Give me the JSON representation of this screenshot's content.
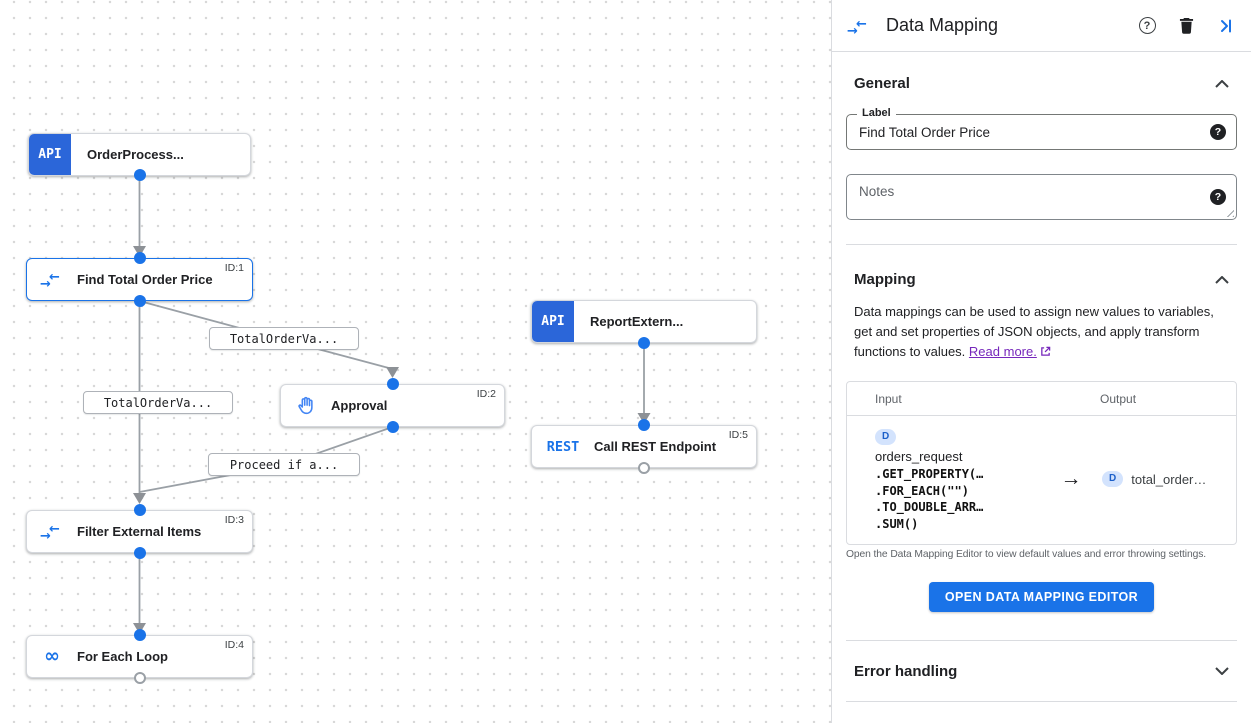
{
  "colors": {
    "accent": "#1a73e8",
    "node_badge_blue": "#2b66d9",
    "edge_gray": "#9aa0a6",
    "link_purple": "#7627bb",
    "badge_bg": "#d3e3fd"
  },
  "canvas": {
    "nodes": [
      {
        "label": "OrderProcess...",
        "badge": "API"
      },
      {
        "label": "Find Total Order Price",
        "id_tag": "ID:1"
      },
      {
        "label": "ReportExtern...",
        "badge": "API"
      },
      {
        "label": "Approval",
        "id_tag": "ID:2"
      },
      {
        "label": "Call REST Endpoint",
        "badge": "REST",
        "id_tag": "ID:5"
      },
      {
        "label": "Filter External Items",
        "id_tag": "ID:3"
      },
      {
        "label": "For Each Loop",
        "id_tag": "ID:4"
      }
    ],
    "edge_labels": [
      {
        "text": "TotalOrderVa..."
      },
      {
        "text": "TotalOrderVa..."
      },
      {
        "text": "Proceed if a..."
      }
    ]
  },
  "panel": {
    "title": "Data Mapping",
    "help_glyph": "?",
    "general": {
      "heading": "General",
      "label_field_label": "Label",
      "label_field_value": "Find Total Order Price",
      "notes_placeholder": "Notes"
    },
    "mapping": {
      "heading": "Mapping",
      "description": "Data mappings can be used to assign new values to variables, get and set properties of JSON objects, and apply transform functions to values.",
      "read_more_label": "Read more.",
      "table": {
        "input_header": "Input",
        "output_header": "Output",
        "input_badge": "D",
        "input_variable": "orders_request",
        "input_lines": [
          ".GET_PROPERTY(…",
          ".FOR_EACH(\"\")",
          ".TO_DOUBLE_ARR…",
          ".SUM()"
        ],
        "arrow_glyph": "→",
        "output_badge": "D",
        "output_variable": "total_order…"
      },
      "helper_text": "Open the Data Mapping Editor to view default values and error throwing settings.",
      "open_editor_button": "OPEN DATA MAPPING EDITOR"
    },
    "error_handling": {
      "heading": "Error handling"
    }
  }
}
